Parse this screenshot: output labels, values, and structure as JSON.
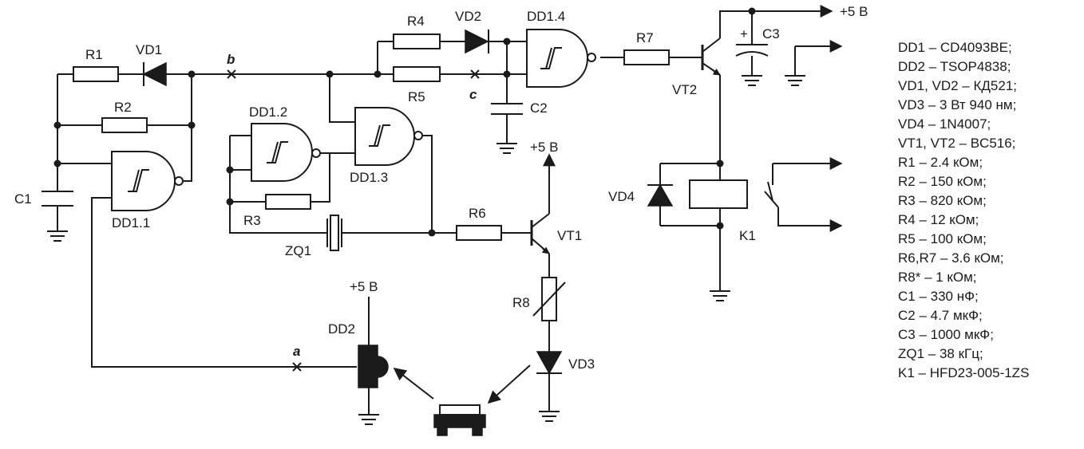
{
  "labels": {
    "r1": "R1",
    "r2": "R2",
    "r3": "R3",
    "r4": "R4",
    "r5": "R5",
    "r6": "R6",
    "r7": "R7",
    "r8": "R8",
    "vd1": "VD1",
    "vd2": "VD2",
    "vd3": "VD3",
    "vd4": "VD4",
    "dd11": "DD1.1",
    "dd12": "DD1.2",
    "dd13": "DD1.3",
    "dd14": "DD1.4",
    "dd2": "DD2",
    "c1": "C1",
    "c2": "C2",
    "c3": "C3",
    "vt1": "VT1",
    "vt2": "VT2",
    "zq1": "ZQ1",
    "k1": "K1",
    "plus5v": "+5 В",
    "plus": "+",
    "node_a": "a",
    "node_b": "b",
    "node_c": "c"
  },
  "bom": [
    "DD1 – CD4093BE;",
    "DD2 – TSOP4838;",
    "VD1, VD2 – КД521;",
    "VD3 – 3 Вт 940 нм;",
    "VD4 – 1N4007;",
    "VT1, VT2 – BC516;",
    "R1 – 2.4 кОм;",
    "R2 – 150 кОм;",
    "R3 – 820 кОм;",
    "R4 – 12 кОм;",
    "R5 – 100 кОм;",
    "R6,R7 – 3.6 кОм;",
    "R8* – 1 кОм;",
    "C1 – 330 нФ;",
    "C2 – 4.7 мкФ;",
    "C3 – 1000 мкФ;",
    "ZQ1 – 38 кГц;",
    "K1 – HFD23-005-1ZS"
  ]
}
